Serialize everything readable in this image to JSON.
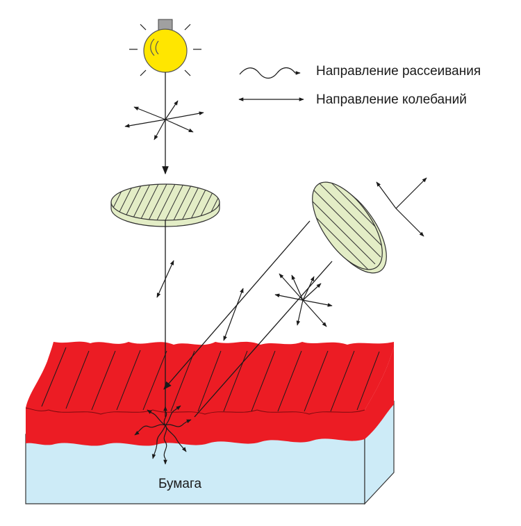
{
  "legend": {
    "scattering_label": "Направление рассеивания",
    "oscillation_label": "Направление колебаний"
  },
  "paper": {
    "label": "Бумага"
  },
  "colors": {
    "lamp": "#ffe600",
    "lamp_cap": "#a0a0a0",
    "polarizer_fill": "#e3edc6",
    "polarizer_stroke": "#2f2f2f",
    "dye_layer": "#ec1c24",
    "paper_front": "#cdebf7",
    "line": "#1a1a1a"
  }
}
